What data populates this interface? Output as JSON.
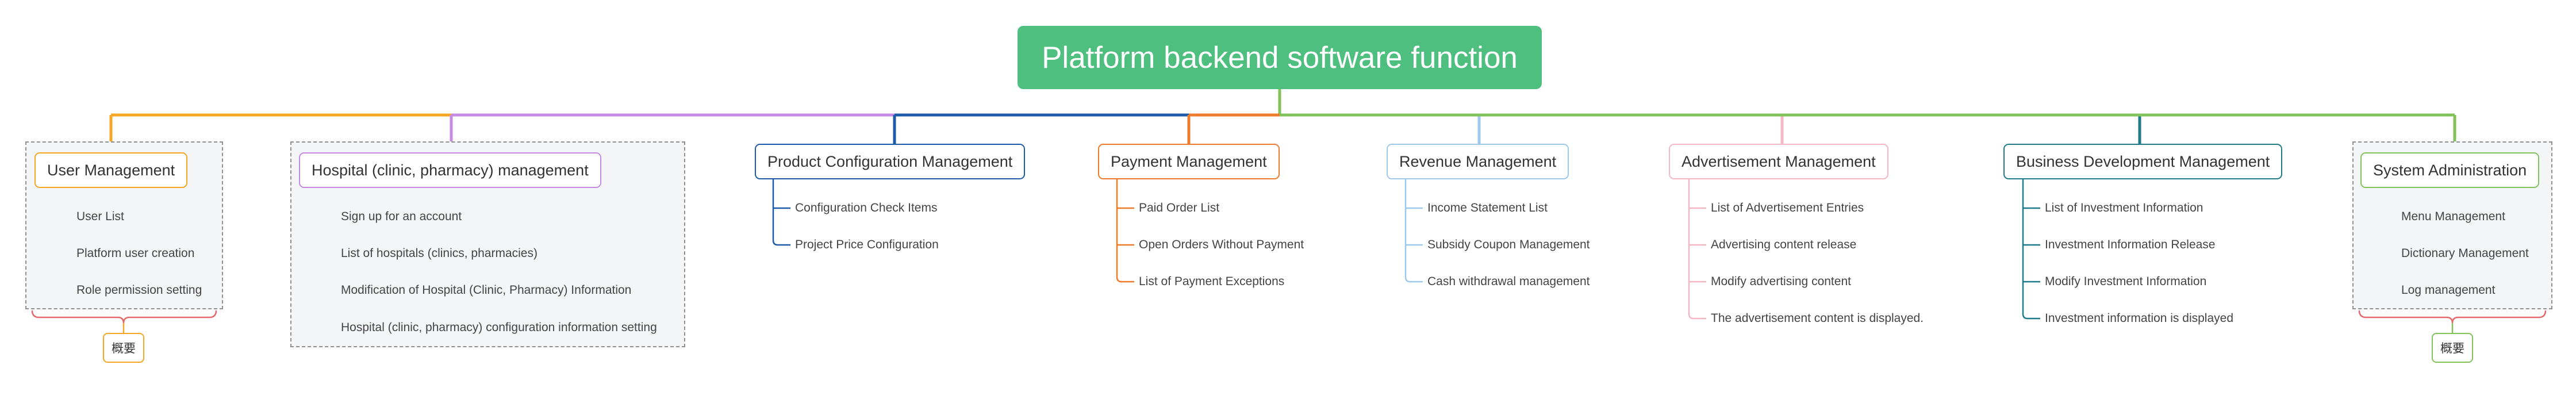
{
  "root": {
    "label": "Platform backend software function"
  },
  "summary_label": "概要",
  "branches": [
    {
      "label": "User Management",
      "color": "#f6a623",
      "leaves": [
        "User List",
        "Platform user creation",
        "Role permission setting"
      ]
    },
    {
      "label": "Hospital (clinic, pharmacy) management",
      "color": "#c58be2",
      "leaves": [
        "Sign up for an account",
        "List of hospitals (clinics, pharmacies)",
        "Modification of Hospital (Clinic, Pharmacy) Information",
        "Hospital (clinic, pharmacy) configuration information setting"
      ]
    },
    {
      "label": "Product Configuration Management",
      "color": "#1a5aa8",
      "leaves": [
        "Configuration Check Items",
        "Project Price Configuration"
      ]
    },
    {
      "label": "Payment Management",
      "color": "#ef7a2a",
      "leaves": [
        "Paid Order List",
        "Open Orders Without Payment",
        "List of Payment Exceptions"
      ]
    },
    {
      "label": "Revenue Management",
      "color": "#9dc9ef",
      "leaves": [
        "Income Statement List",
        "Subsidy Coupon Management",
        "Cash withdrawal management"
      ]
    },
    {
      "label": "Advertisement Management",
      "color": "#f4b7c3",
      "leaves": [
        "List of Advertisement Entries",
        "Advertising content release",
        "Modify advertising content",
        "The advertisement content is displayed."
      ]
    },
    {
      "label": "Business Development Management",
      "color": "#1f7a8a",
      "leaves": [
        "List of Investment Information",
        "Investment Information Release",
        "Modify Investment Information",
        "Investment information is displayed"
      ]
    },
    {
      "label": "System Administration",
      "color": "#82c25a",
      "leaves": [
        "Menu Management",
        "Dictionary Management",
        "Log management"
      ]
    }
  ],
  "colors": {
    "root": "#4fbf80",
    "summary_bracket": "#e26a6a",
    "group_border": "#8f8f8f"
  }
}
